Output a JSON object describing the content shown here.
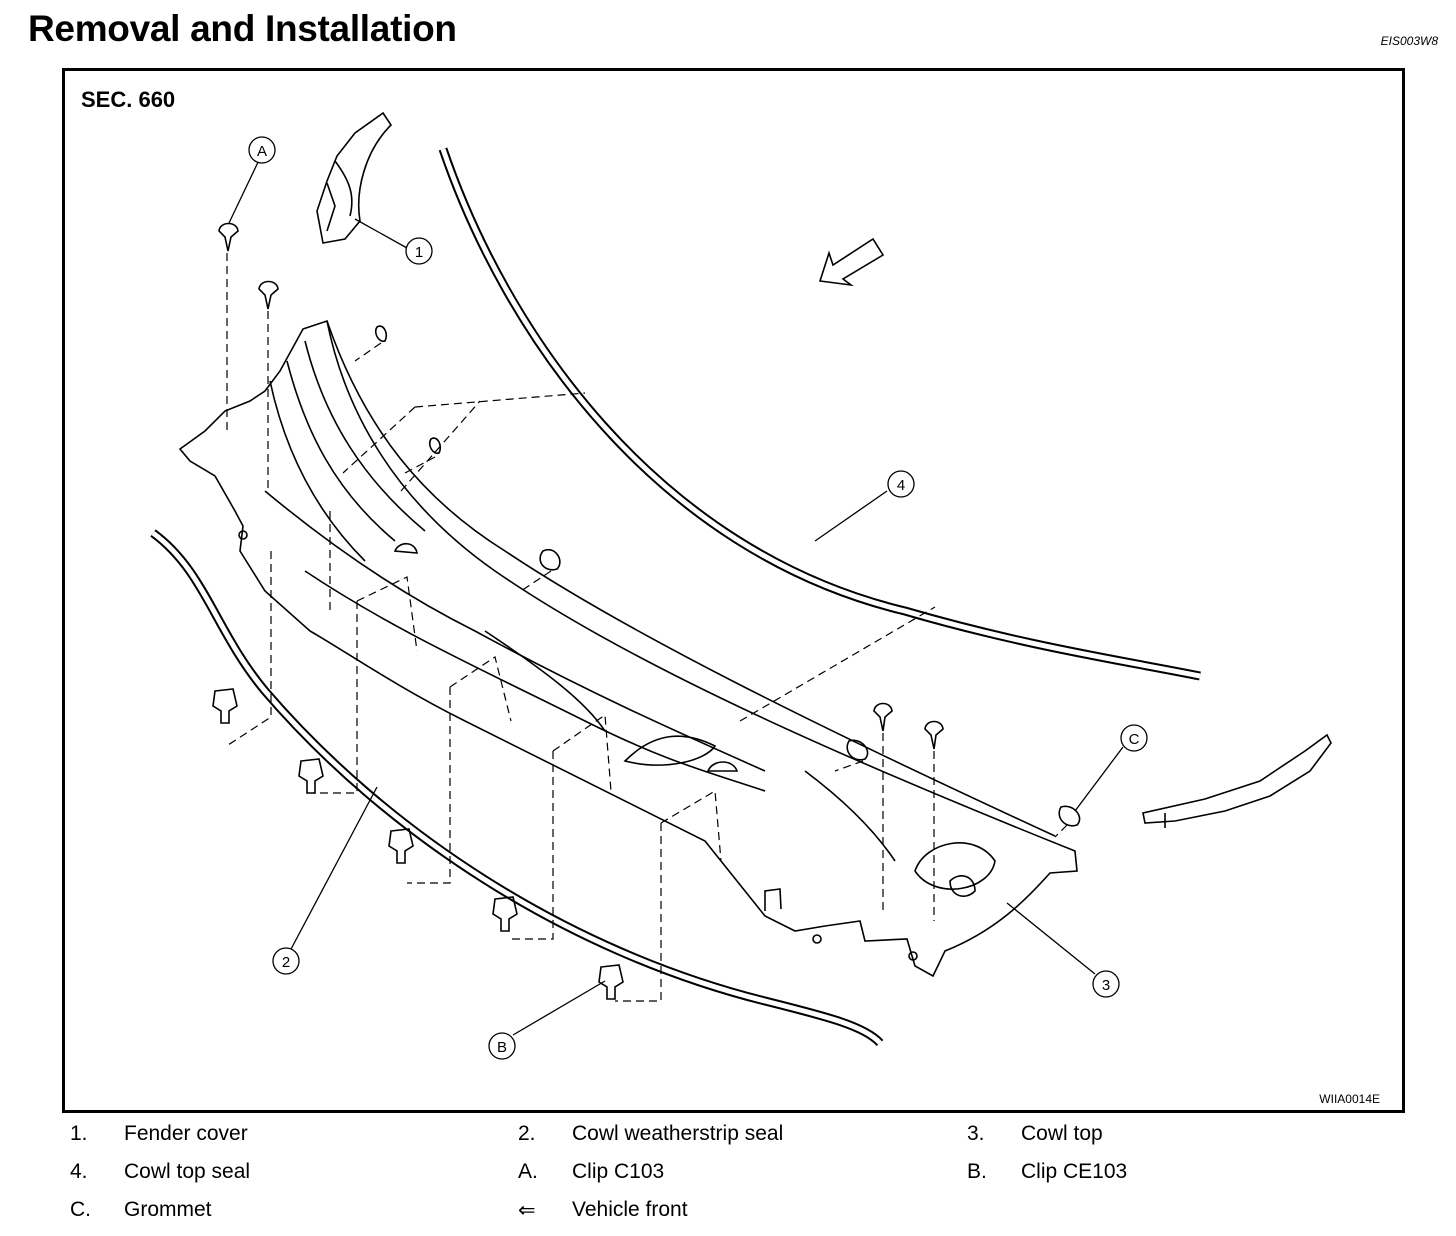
{
  "header": {
    "title": "Removal and Installation",
    "doc_code": "EIS003W8"
  },
  "figure": {
    "section": "SEC. 660",
    "figure_code": "WIIA0014E",
    "callouts": [
      {
        "id": "1"
      },
      {
        "id": "2"
      },
      {
        "id": "3"
      },
      {
        "id": "4"
      },
      {
        "id": "A"
      },
      {
        "id": "B"
      },
      {
        "id": "C"
      }
    ],
    "icons": [
      "vehicle-front-arrow-icon"
    ]
  },
  "legend": [
    {
      "key": "1.",
      "text": "Fender cover"
    },
    {
      "key": "2.",
      "text": "Cowl weatherstrip seal"
    },
    {
      "key": "3.",
      "text": "Cowl top"
    },
    {
      "key": "4.",
      "text": "Cowl top seal"
    },
    {
      "key": "A.",
      "text": "Clip C103"
    },
    {
      "key": "B.",
      "text": "Clip CE103"
    },
    {
      "key": "C.",
      "text": "Grommet"
    },
    {
      "key": "⇐",
      "text": "Vehicle front"
    },
    {
      "key": "",
      "text": ""
    }
  ]
}
